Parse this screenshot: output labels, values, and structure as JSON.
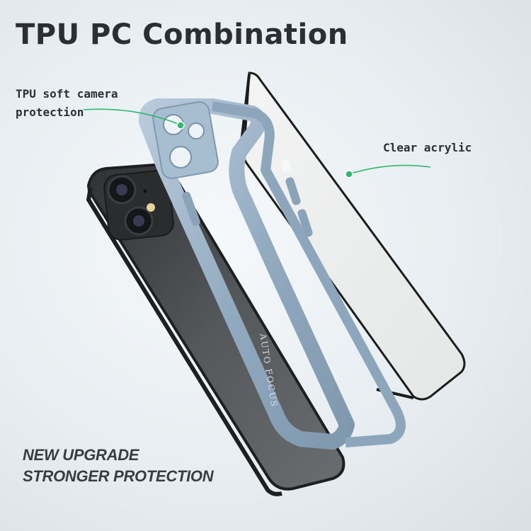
{
  "title": "TPU PC Combination",
  "callouts": {
    "tpu_camera": [
      "TPU soft camera",
      "protection"
    ],
    "acrylic": "Clear acrylic"
  },
  "slogan": {
    "line1": "NEW UPGRADE",
    "line2": "STRONGER PROTECTION"
  },
  "bumper_engraving": "AUTO FOCUS",
  "colors": {
    "marker": "#2fb86e",
    "bumper": "#9fb7cc",
    "phone": "#3f4245",
    "text": "#2b2f33"
  }
}
